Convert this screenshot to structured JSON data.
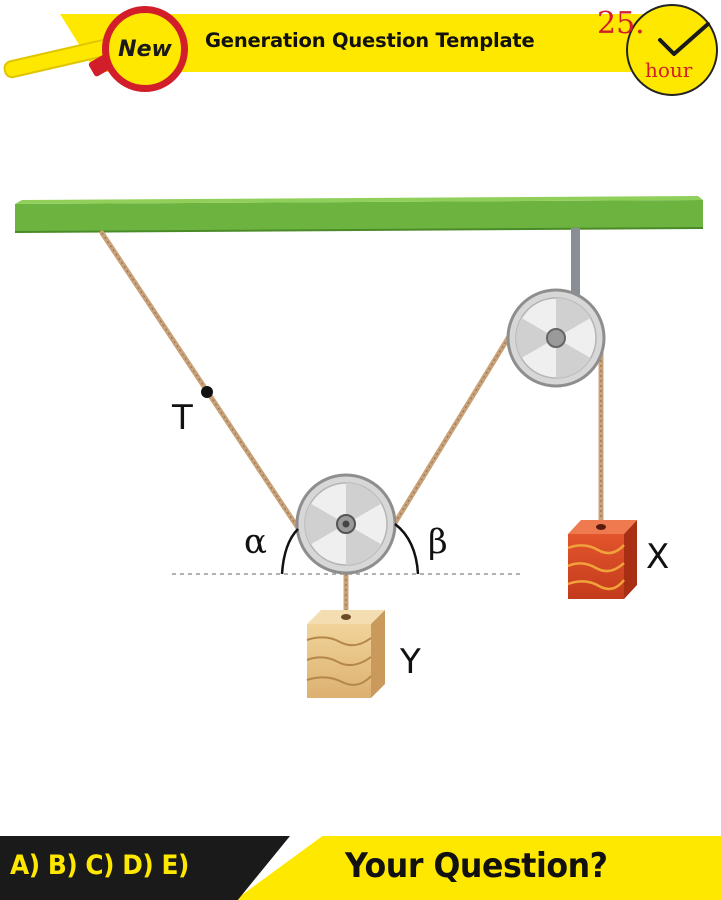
{
  "header": {
    "badge": "New",
    "title": "Generation Question Template",
    "clock_number": "25.",
    "clock_unit": "hour"
  },
  "diagram": {
    "point_label": "T",
    "angle_left": "α",
    "angle_right": "β",
    "mass_bottom_label": "Y",
    "mass_right_label": "X"
  },
  "footer": {
    "answers": "A) B) C) D) E)",
    "question": "Your Question?"
  },
  "colors": {
    "accent_yellow": "#ffe800",
    "accent_red": "#d21e2a",
    "ceiling_green": "#6cb33f",
    "dark": "#1a1a1a"
  }
}
